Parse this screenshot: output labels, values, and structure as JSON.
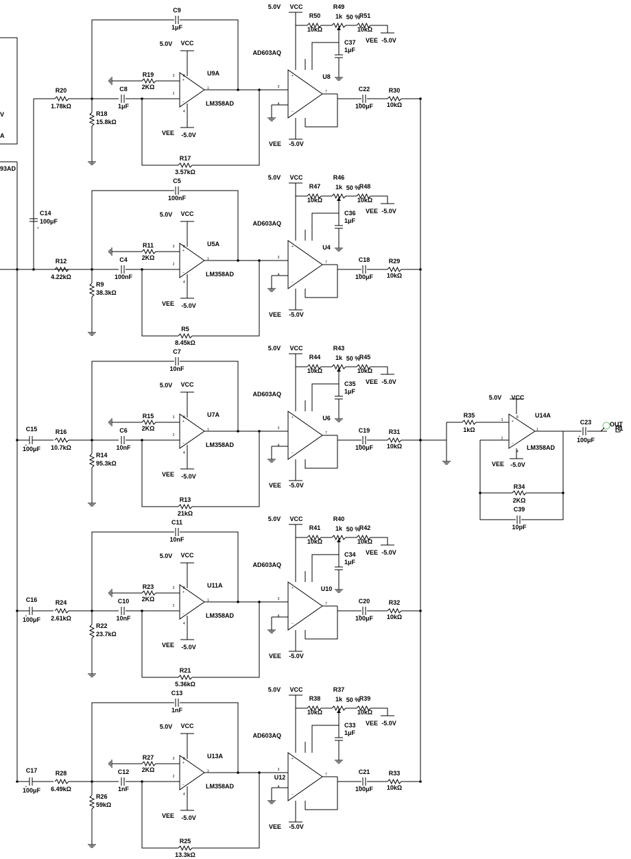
{
  "left_fragment": {
    "texts": [
      "V",
      "A",
      "93AD"
    ]
  },
  "stages": [
    {
      "in_cap": null,
      "r_in": {
        "ref": "R20",
        "val": "1.78kΩ"
      },
      "r_gnd": {
        "ref": "R18",
        "val": "15.8kΩ"
      },
      "c_fb": {
        "ref": "C9",
        "val": "1μF"
      },
      "c_in": {
        "ref": "C8",
        "val": "1μF"
      },
      "r_bias": {
        "ref": "R19",
        "val": "2KΩ"
      },
      "r_fb": {
        "ref": "R17",
        "val": "3.57kΩ"
      },
      "opamp": {
        "ref": "U9A",
        "part": "LM358AD",
        "vcc_v": "5.0V",
        "vcc": "VCC",
        "vee": "VEE",
        "vee_v": "-5.0V"
      },
      "vga": {
        "ref": "U8",
        "part": "AD603AQ",
        "vcc_v": "5.0V",
        "vcc": "VCC",
        "vee": "VEE",
        "vee_v": "-5.0V"
      },
      "r_top1": {
        "ref": "R50",
        "val": "10kΩ"
      },
      "pot": {
        "ref": "R49",
        "val": "1k",
        "pct": "50 %"
      },
      "r_top2": {
        "ref": "R51",
        "val": "10kΩ"
      },
      "top_vee": "VEE",
      "top_vee_v": "-5.0V",
      "c_bypass": {
        "ref": "C37",
        "val": "1μF"
      },
      "c_out": {
        "ref": "C22",
        "val": "100μF"
      },
      "r_out": {
        "ref": "R30",
        "val": "10kΩ"
      }
    },
    {
      "in_cap": null,
      "r_in": {
        "ref": "R12",
        "val": "4.22kΩ"
      },
      "r_gnd": {
        "ref": "R9",
        "val": "38.3kΩ"
      },
      "c_fb": {
        "ref": "C5",
        "val": "100nF"
      },
      "c_in": {
        "ref": "C4",
        "val": "100nF"
      },
      "r_bias": {
        "ref": "R11",
        "val": "2KΩ"
      },
      "r_fb": {
        "ref": "R5",
        "val": "8.45kΩ"
      },
      "opamp": {
        "ref": "U5A",
        "part": "LM358AD",
        "vcc_v": "5.0V",
        "vcc": "VCC",
        "vee": "VEE",
        "vee_v": "-5.0V"
      },
      "vga": {
        "ref": "U4",
        "part": "AD603AQ",
        "vcc_v": "5.0V",
        "vcc": "VCC",
        "vee": "VEE",
        "vee_v": "-5.0V"
      },
      "r_top1": {
        "ref": "R47",
        "val": "10kΩ"
      },
      "pot": {
        "ref": "R46",
        "val": "1k",
        "pct": "50 %"
      },
      "r_top2": {
        "ref": "R48",
        "val": "10kΩ"
      },
      "top_vee": "VEE",
      "top_vee_v": "-5.0V",
      "c_bypass": {
        "ref": "C36",
        "val": "1μF"
      },
      "c_out": {
        "ref": "C18",
        "val": "100μF"
      },
      "r_out": {
        "ref": "R29",
        "val": "10kΩ"
      }
    },
    {
      "in_cap": {
        "ref": "C15",
        "val": "100μF"
      },
      "r_in": {
        "ref": "R16",
        "val": "10.7kΩ"
      },
      "r_gnd": {
        "ref": "R14",
        "val": "95.3kΩ"
      },
      "c_fb": {
        "ref": "C7",
        "val": "10nF"
      },
      "c_in": {
        "ref": "C6",
        "val": "10nF"
      },
      "r_bias": {
        "ref": "R15",
        "val": "2KΩ"
      },
      "r_fb": {
        "ref": "R13",
        "val": "21kΩ"
      },
      "opamp": {
        "ref": "U7A",
        "part": "LM358AD",
        "vcc_v": "5.0V",
        "vcc": "VCC",
        "vee": "VEE",
        "vee_v": "-5.0V"
      },
      "vga": {
        "ref": "U6",
        "part": "AD603AQ",
        "vcc_v": "5.0V",
        "vcc": "VCC",
        "vee": "VEE",
        "vee_v": "-5.0V"
      },
      "r_top1": {
        "ref": "R44",
        "val": "10kΩ"
      },
      "pot": {
        "ref": "R43",
        "val": "1k",
        "pct": "50 %"
      },
      "r_top2": {
        "ref": "R45",
        "val": "10kΩ"
      },
      "top_vee": "VEE",
      "top_vee_v": "-5.0V",
      "c_bypass": {
        "ref": "C35",
        "val": "1μF"
      },
      "c_out": {
        "ref": "C19",
        "val": "100μF"
      },
      "r_out": {
        "ref": "R31",
        "val": "10kΩ"
      }
    },
    {
      "in_cap": {
        "ref": "C16",
        "val": "100μF"
      },
      "r_in": {
        "ref": "R24",
        "val": "2.61kΩ"
      },
      "r_gnd": {
        "ref": "R22",
        "val": "23.7kΩ"
      },
      "c_fb": {
        "ref": "C11",
        "val": "10nF"
      },
      "c_in": {
        "ref": "C10",
        "val": "10nF"
      },
      "r_bias": {
        "ref": "R23",
        "val": "2KΩ"
      },
      "r_fb": {
        "ref": "R21",
        "val": "5.36kΩ"
      },
      "opamp": {
        "ref": "U11A",
        "part": "LM358AD",
        "vcc_v": "5.0V",
        "vcc": "VCC",
        "vee": "VEE",
        "vee_v": "-5.0V"
      },
      "vga": {
        "ref": "U10",
        "part": "AD603AQ",
        "vcc_v": "5.0V",
        "vcc": "VCC",
        "vee": "VEE",
        "vee_v": "-5.0V"
      },
      "r_top1": {
        "ref": "R41",
        "val": "10kΩ"
      },
      "pot": {
        "ref": "R40",
        "val": "1k",
        "pct": "50 %"
      },
      "r_top2": {
        "ref": "R42",
        "val": "10kΩ"
      },
      "top_vee": "VEE",
      "top_vee_v": "-5.0V",
      "c_bypass": {
        "ref": "C34",
        "val": "1μF"
      },
      "c_out": {
        "ref": "C20",
        "val": "100μF"
      },
      "r_out": {
        "ref": "R32",
        "val": "10kΩ"
      }
    },
    {
      "in_cap": {
        "ref": "C17",
        "val": "100μF"
      },
      "r_in": {
        "ref": "R28",
        "val": "6.49kΩ"
      },
      "r_gnd": {
        "ref": "R26",
        "val": "59kΩ"
      },
      "c_fb": {
        "ref": "C13",
        "val": "1nF"
      },
      "c_in": {
        "ref": "C12",
        "val": "1nF"
      },
      "r_bias": {
        "ref": "R27",
        "val": "2KΩ"
      },
      "r_fb": {
        "ref": "R25",
        "val": "13.3kΩ"
      },
      "opamp": {
        "ref": "U13A",
        "part": "LM358AD",
        "vcc_v": "5.0V",
        "vcc": "VCC",
        "vee": "VEE",
        "vee_v": "-5.0V"
      },
      "vga": {
        "ref": "U12",
        "part": "AD603AQ",
        "vcc_v": "5.0V",
        "vcc": "VCC",
        "vee": "VEE",
        "vee_v": "-5.0V"
      },
      "r_top1": {
        "ref": "R38",
        "val": "10kΩ"
      },
      "pot": {
        "ref": "R37",
        "val": "1k",
        "pct": "50 %"
      },
      "r_top2": {
        "ref": "R39",
        "val": "10kΩ"
      },
      "top_vee": "VEE",
      "top_vee_v": "-5.0V",
      "c_bypass": {
        "ref": "C33",
        "val": "1μF"
      },
      "c_out": {
        "ref": "C21",
        "val": "100μF"
      },
      "r_out": {
        "ref": "R33",
        "val": "10kΩ"
      }
    }
  ],
  "c14": {
    "ref": "C14",
    "val": "100μF"
  },
  "summing": {
    "r_in": {
      "ref": "R35",
      "val": "1kΩ"
    },
    "opamp": {
      "ref": "U14A",
      "part": "LM358AD",
      "vcc_v": "5.0V",
      "vcc": "VCC",
      "vee": "VEE",
      "vee_v": "-5.0V"
    },
    "r_fb": {
      "ref": "R34",
      "val": "2KΩ"
    },
    "c_fb": {
      "ref": "C39",
      "val": "10pF"
    },
    "c_out": {
      "ref": "C23",
      "val": "100μF"
    },
    "probe": {
      "label": "OUT",
      "ref": "R1"
    }
  }
}
